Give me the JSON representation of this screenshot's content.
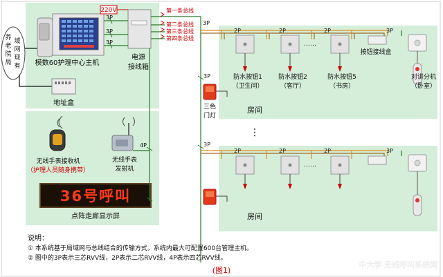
{
  "left": {
    "network_bubble": [
      "养",
      "老",
      "院",
      "局",
      "域",
      "网",
      "现",
      "有"
    ],
    "host": "模数60护理中心主机",
    "power_box": [
      "电源",
      "接线箱"
    ],
    "voltage": "220V",
    "address_box": "地址盒",
    "receiver": "无线手表接收机",
    "receiver_note": "（护理人员随身携带）",
    "transmitter": [
      "无线手表",
      "发射机"
    ],
    "led_text": "36号呼叫",
    "display": "点阵走廊显示屏"
  },
  "bus": {
    "b1": "第一条总线",
    "b2": "第二条总线",
    "b3": "第三条总线",
    "b4": "第四条总线"
  },
  "wires": {
    "p3": "3P",
    "p2": "2P",
    "p4": "4P"
  },
  "room": {
    "label": "房间",
    "btn1": "防水按钮1",
    "btn1_loc": "（卫生间）",
    "btn2": "防水按钮2",
    "btn2_loc": "（客厅）",
    "btn5": "防水按钮5",
    "btn5_loc": "（书房）",
    "junction": "按钮接线盒",
    "intercom": "对讲分机",
    "intercom_loc": "（卧室）",
    "lamp": [
      "三色",
      "门灯"
    ],
    "dots_h": "……",
    "dots_v": "⋮"
  },
  "notes": {
    "title": "说明：",
    "n1": "①  本系统基于局域网与总线结合的传输方式，系统内最大可配置600台管理主机。",
    "n2": "②  图中的3P表示三芯RVV线，2P表示二芯RVV线，4P表示四芯RVV线。"
  },
  "caption": "(图1)",
  "watermark": "中大学 无线呼叫系统网"
}
